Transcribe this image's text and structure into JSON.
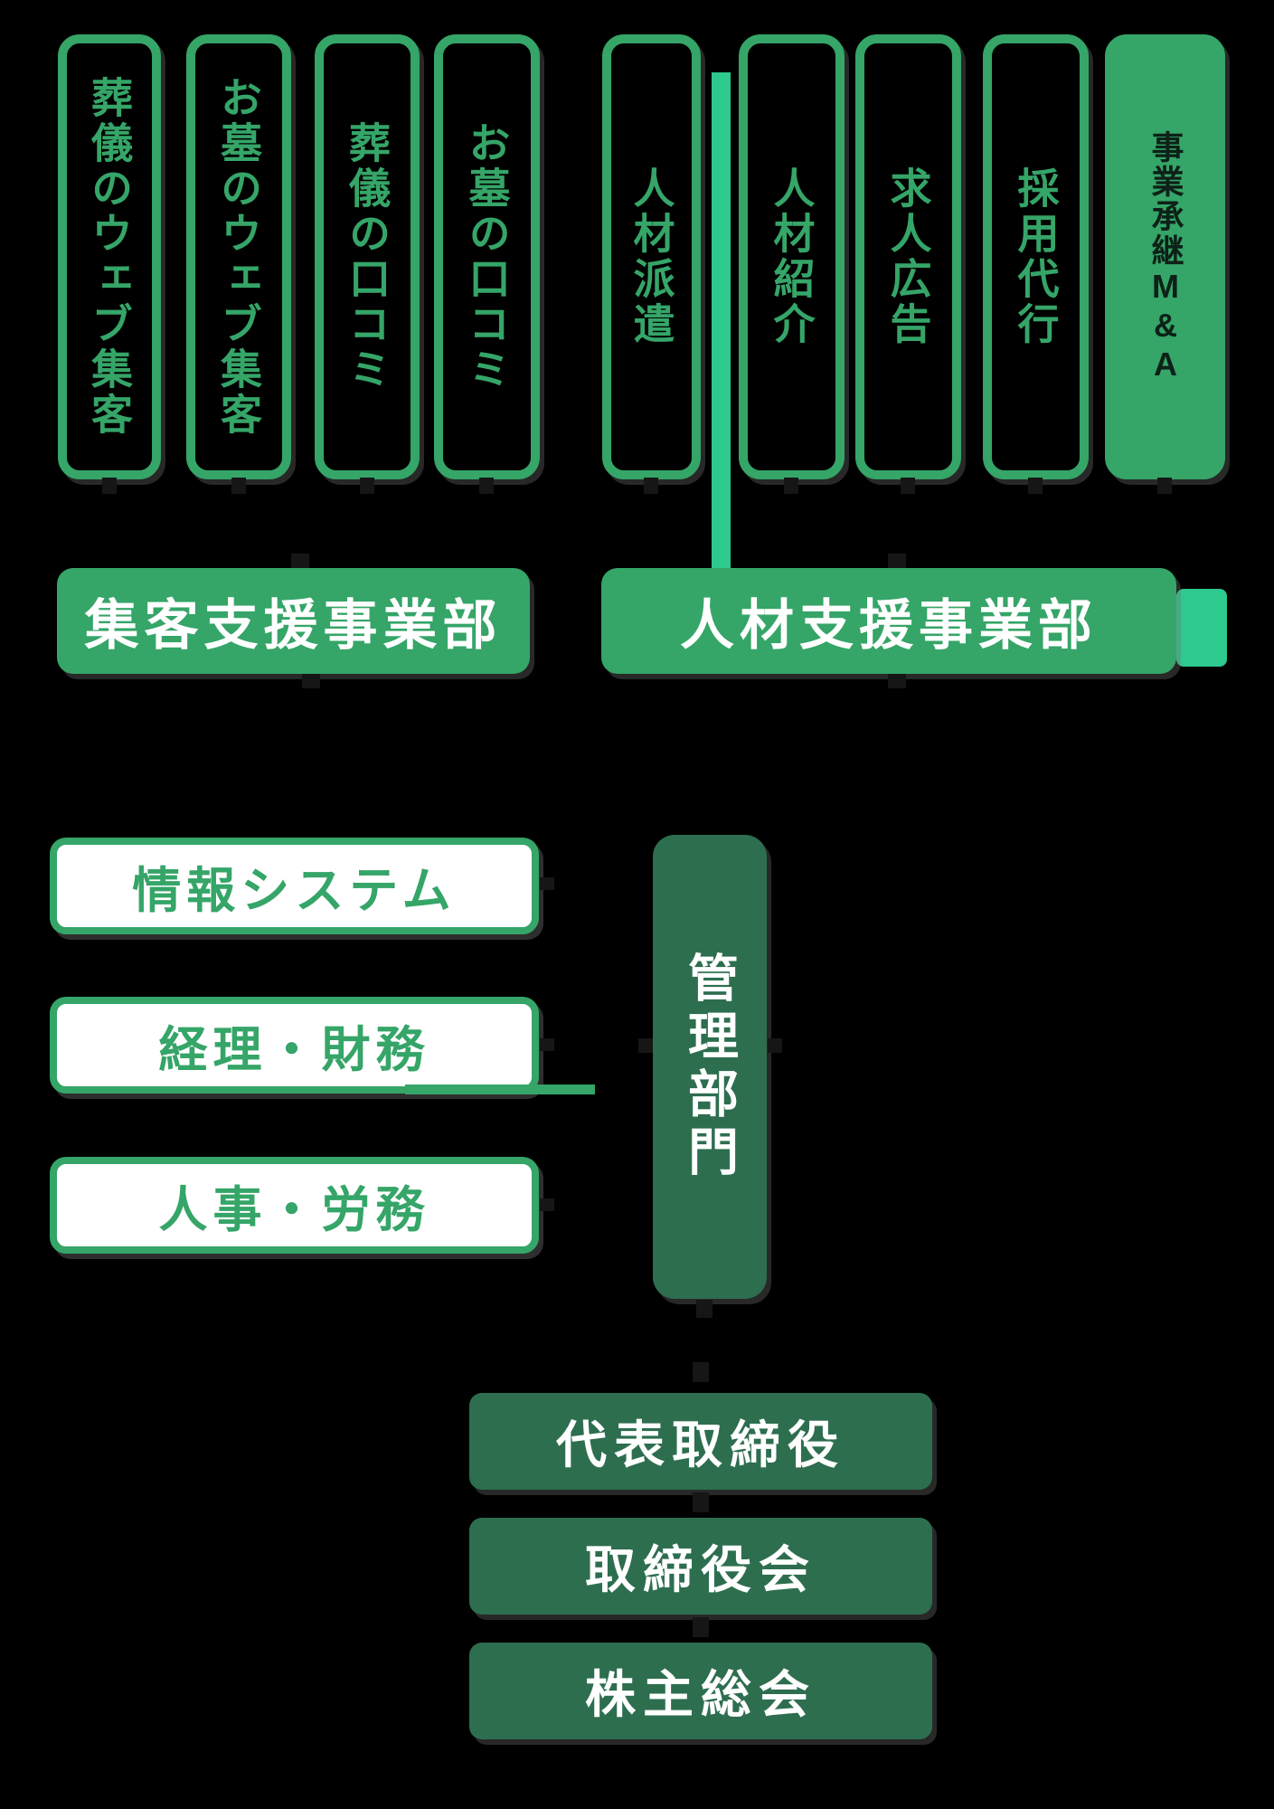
{
  "colors": {
    "green": "#35a568",
    "teal": "#2ec98e",
    "dark_green": "#2d6e4f",
    "white": "#ffffff",
    "solid_box_text": "#0d2118",
    "background": "#000000"
  },
  "divisions": {
    "shukyaku": {
      "label": "集客支援事業部",
      "services": [
        "葬儀のウェブ集客",
        "お墓のウェブ集客",
        "葬儀の口コミ",
        "お墓の口コミ"
      ]
    },
    "jinzai": {
      "label": "人材支援事業部",
      "services": [
        "人材派遣",
        "人材紹介",
        "求人広告",
        "採用代行",
        "事業承継M&A"
      ]
    }
  },
  "admin_division": {
    "label": "管理部門",
    "departments": [
      "情報システム",
      "経理・財務",
      "人事・労務"
    ]
  },
  "governance": {
    "ceo": "代表取締役",
    "board": "取締役会",
    "shareholders": "株主総会"
  }
}
